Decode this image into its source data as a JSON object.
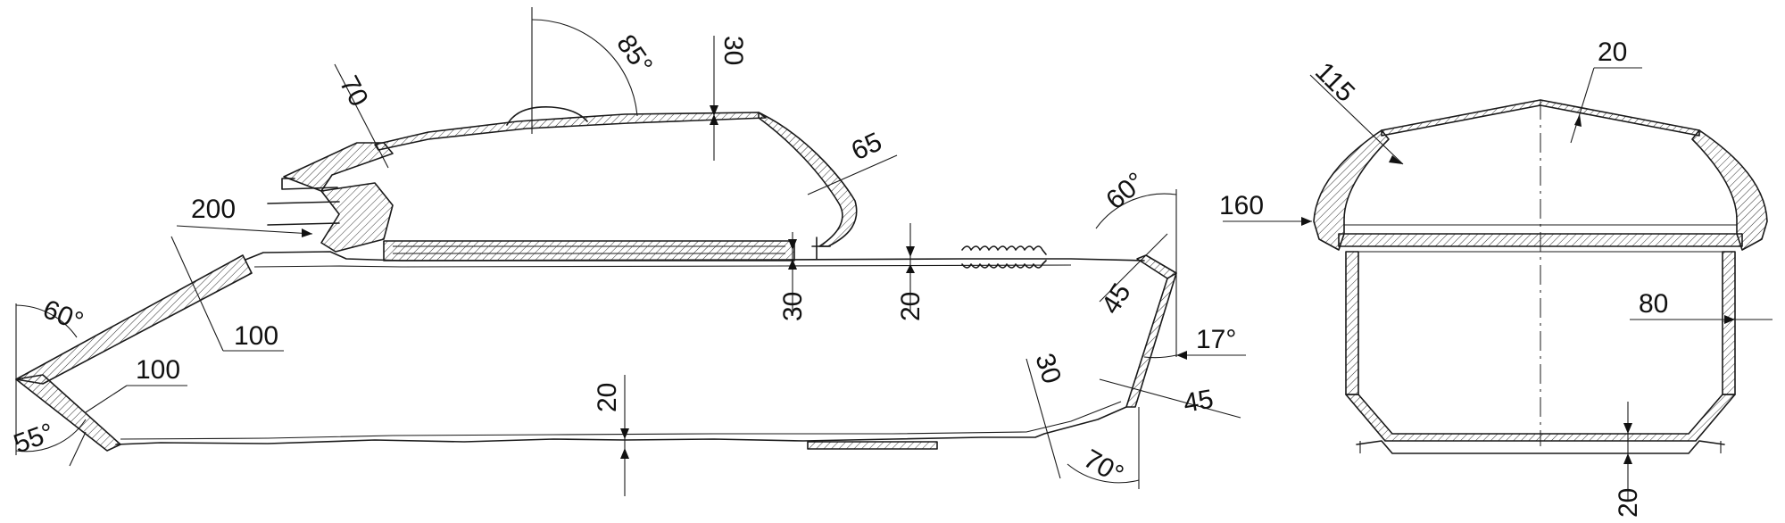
{
  "side_view": {
    "turret_roof_angle": "85°",
    "turret_roof_thickness": "30",
    "turret_front_thickness": "70",
    "turret_rear_thickness": "65",
    "mantlet_thickness": "200",
    "turret_ring_thickness": "30",
    "hull_roof_thickness": "20",
    "upper_front_angle": "60°",
    "upper_front_thickness": "100",
    "lower_front_thickness": "100",
    "lower_front_angle": "55°",
    "belly_thickness": "20",
    "upper_rear_angle": "60°",
    "upper_rear_thickness": "45",
    "rear_angle": "17°",
    "lower_rear_thickness": "45",
    "rear_belly_thickness": "30",
    "lower_rear_angle": "70°"
  },
  "front_view": {
    "cheek_thickness": "115",
    "roof_thickness": "20",
    "turret_side_thickness": "160",
    "hull_side_thickness": "80",
    "bottom_thickness": "20"
  }
}
